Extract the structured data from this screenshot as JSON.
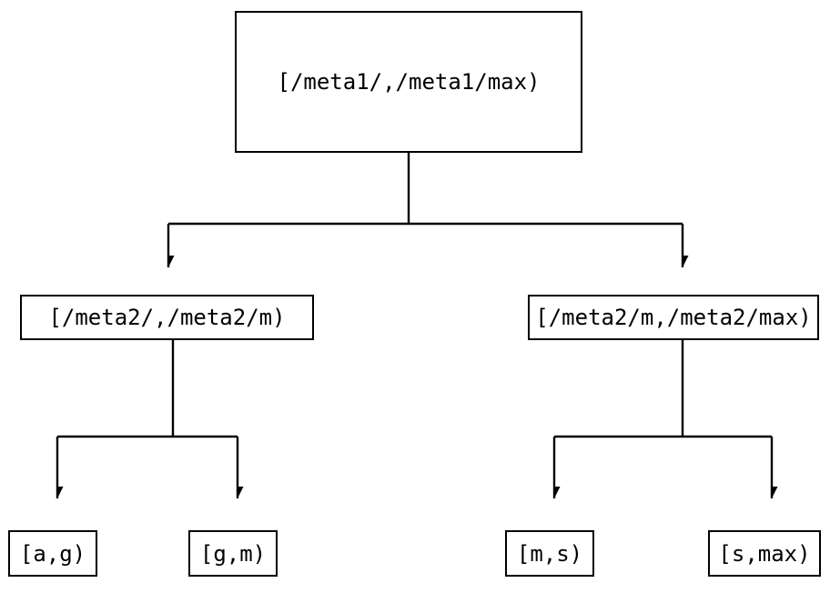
{
  "diagram": {
    "type": "tree",
    "background_color": "#ffffff",
    "line_color": "#000000",
    "text_color": "#000000",
    "nodes": {
      "root": {
        "label": "[/meta1/,/meta1/max)"
      },
      "level2": [
        {
          "label": "[/meta2/,/meta2/m)"
        },
        {
          "label": "[/meta2/m,/meta2/max)"
        }
      ],
      "leaves": [
        {
          "label": "[a,g)"
        },
        {
          "label": "[g,m)"
        },
        {
          "label": "[m,s)"
        },
        {
          "label": "[s,max)"
        }
      ]
    },
    "edges": [
      {
        "from": "root",
        "to": "[/meta2/,/meta2/m)",
        "arrow": "triangle-down"
      },
      {
        "from": "root",
        "to": "[/meta2/m,/meta2/max)",
        "arrow": "triangle-down"
      },
      {
        "from": "[/meta2/,/meta2/m)",
        "to": "[a,g)",
        "arrow": "triangle-down"
      },
      {
        "from": "[/meta2/,/meta2/m)",
        "to": "[g,m)",
        "arrow": "triangle-down"
      },
      {
        "from": "[/meta2/m,/meta2/max)",
        "to": "[m,s)",
        "arrow": "triangle-down"
      },
      {
        "from": "[/meta2/m,/meta2/max)",
        "to": "[s,max)",
        "arrow": "triangle-down"
      }
    ]
  }
}
